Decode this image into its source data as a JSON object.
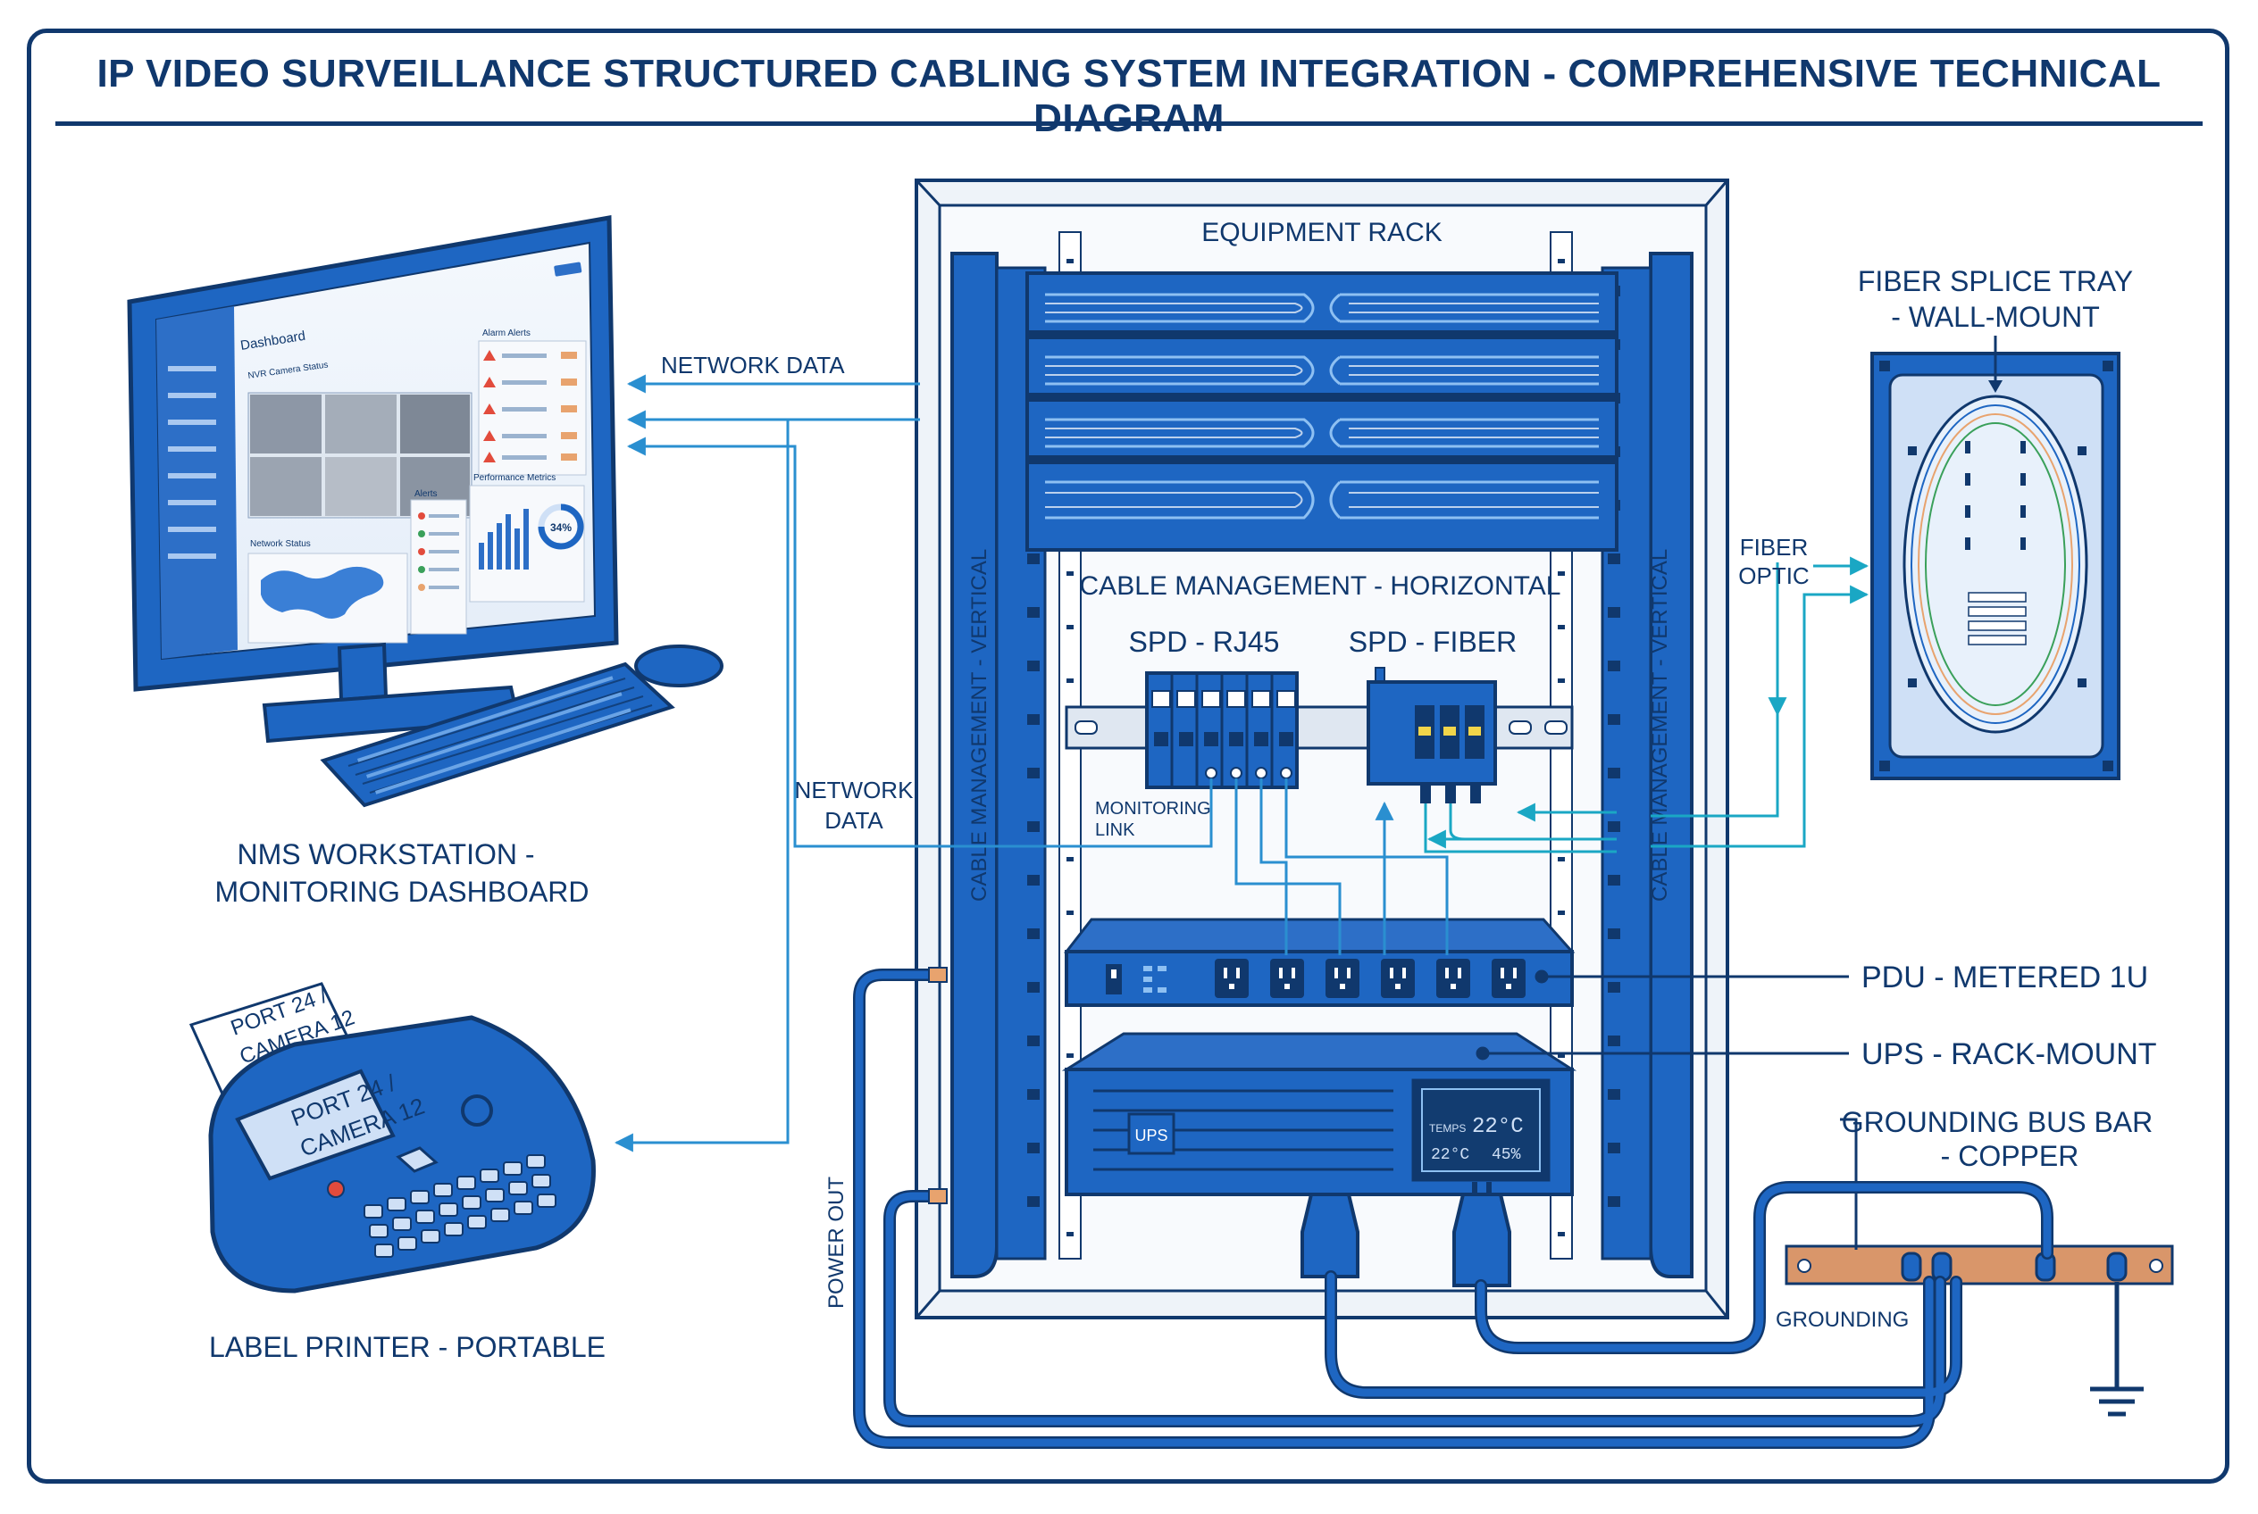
{
  "title": "IP VIDEO SURVEILLANCE STRUCTURED CABLING SYSTEM INTEGRATION - COMPREHENSIVE TECHNICAL DIAGRAM",
  "colors": {
    "navy": "#10386d",
    "blue": "#1e66c2",
    "light_blue": "#cfe0f6",
    "teal": "#1aa7c4",
    "arrow_blue": "#2a8fd0",
    "copper": "#d9966a"
  },
  "workstation": {
    "label_line1": "NMS WORKSTATION -",
    "label_line2": "MONITORING DASHBOARD",
    "screen": {
      "header": "Dashboard",
      "cameras_title": "NVR Camera Status",
      "alarms_title": "Alarm Alerts",
      "alerts_title": "Alerts",
      "map_title": "Network Status",
      "perf_title": "Performance Metrics",
      "gauge_value": "34%"
    }
  },
  "label_printer": {
    "label": "LABEL PRINTER - PORTABLE",
    "tape_line1": "PORT 24 /",
    "tape_line2": "CAMERA 12",
    "screen_line1": "PORT 24 /",
    "screen_line2": "CAMERA 12"
  },
  "rack": {
    "title": "EQUIPMENT RACK",
    "horizontal_mgmt": "CABLE MANAGEMENT - HORIZONTAL",
    "vertical_left": "CABLE MANAGEMENT - VERTICAL",
    "vertical_right": "CABLE MANAGEMENT - VERTICAL",
    "spd_rj45": "SPD - RJ45",
    "spd_fiber": "SPD - FIBER",
    "ups_badge": "UPS",
    "ups_display": {
      "row1_label": "TEMPS",
      "row1_value": "22°C",
      "row2_left": "22°C",
      "row2_right": "45%"
    }
  },
  "flow_labels": {
    "network_data_top": "NETWORK DATA",
    "network_data_mid_line1": "NETWORK",
    "network_data_mid_line2": "DATA",
    "monitoring_link_line1": "MONITORING",
    "monitoring_link_line2": "LINK",
    "fiber_optic_line1": "FIBER",
    "fiber_optic_line2": "OPTIC",
    "power_out": "POWER OUT",
    "grounding": "GROUNDING"
  },
  "right_labels": {
    "fiber_tray_line1": "FIBER SPLICE TRAY",
    "fiber_tray_line2": "- WALL-MOUNT",
    "pdu": "PDU - METERED 1U",
    "ups": "UPS - RACK-MOUNT",
    "bus_bar_line1": "GROUNDING BUS BAR",
    "bus_bar_line2": "- COPPER"
  }
}
